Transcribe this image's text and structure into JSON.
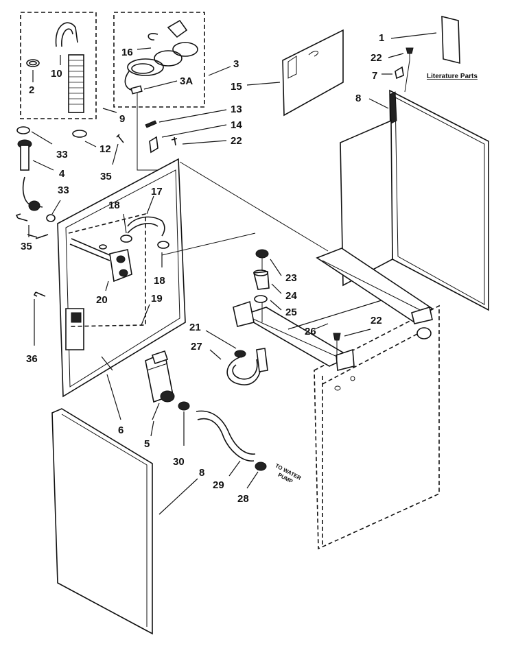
{
  "callouts": {
    "c1": "1",
    "c22a": "22",
    "c7": "7",
    "c8a": "8",
    "c3": "3",
    "c3A": "3A",
    "c16": "16",
    "c15": "15",
    "c13": "13",
    "c14": "14",
    "c22b": "22",
    "c10": "10",
    "c2": "2",
    "c9": "9",
    "c33a": "33",
    "c12": "12",
    "c35a": "35",
    "c4": "4",
    "c33b": "33",
    "c17": "17",
    "c18a": "18",
    "c35b": "35",
    "c18b": "18",
    "c20": "20",
    "c19": "19",
    "c23": "23",
    "c24": "24",
    "c25": "25",
    "c26": "26",
    "c22c": "22",
    "c21": "21",
    "c27": "27",
    "c36": "36",
    "c6": "6",
    "c5": "5",
    "c30": "30",
    "c29": "29",
    "c28": "28",
    "c8b": "8"
  },
  "literature_label": "Literature Parts",
  "water_pump_note": [
    "TO WATER",
    "PUMP"
  ]
}
